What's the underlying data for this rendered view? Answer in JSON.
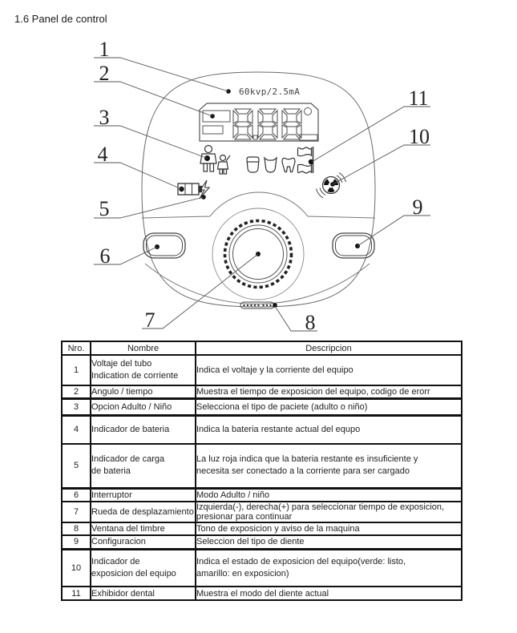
{
  "page": {
    "title": "1.6 Panel de control"
  },
  "diagram": {
    "display_label": "60kvp/2.5mA",
    "display_reading": "8.88",
    "icons": [
      "adult-icon",
      "child-icon",
      "incisor-tooth-icon",
      "premolar-tooth-icon",
      "molar-tooth-icon",
      "dental-display-icon",
      "battery-icon",
      "charging-bolt-icon",
      "radiation-exposure-icon",
      "scroll-wheel",
      "left-button",
      "right-button",
      "buzzer-grille"
    ],
    "line_color": "#444444",
    "callouts": {
      "c1": "1",
      "c2": "2",
      "c3": "3",
      "c4": "4",
      "c5": "5",
      "c6": "6",
      "c7": "7",
      "c8": "8",
      "c9": "9",
      "c10": "10",
      "c11": "11"
    }
  },
  "table": {
    "headers": {
      "nro": "Nro.",
      "nombre": "Nombre",
      "descripcion": "Descripcion"
    },
    "rows": [
      {
        "nro": "1",
        "nombre": "Voltaje del tubo\nIndication de corriente",
        "descripcion": "Indica el voltaje y la corriente del equipo"
      },
      {
        "nro": "2",
        "nombre": "Angulo / tiempo",
        "descripcion": "Muestra el tiempo de exposicion del equipo, codigo de erorr"
      },
      {
        "nro": "3",
        "nombre": "Opcion Adulto / Niño",
        "descripcion": "Selecciona el tipo de paciete (adulto o niño)"
      },
      {
        "nro": "4",
        "nombre": "Indicador de bateria",
        "descripcion": "Indica la bateria restante actual del equpo"
      },
      {
        "nro": "5",
        "nombre": "Indicador de carga\nde bateria",
        "descripcion": "La luz roja indica que la bateria restante es insuficiente y\nnecesita ser conectado a la corriente para ser cargado"
      },
      {
        "nro": "6",
        "nombre": "Interruptor",
        "descripcion": "Modo Adulto / niño"
      },
      {
        "nro": "7",
        "nombre": "Rueda de desplazamiento",
        "descripcion": "Izquierda(-), derecha(+) para seleccionar tiempo de exposicion, presionar para continuar"
      },
      {
        "nro": "8",
        "nombre": "Ventana del timbre",
        "descripcion": "Tono de exposicion y aviso de la maquina"
      },
      {
        "nro": "9",
        "nombre": "Configuracion",
        "descripcion": "Seleccion del tipo de diente"
      },
      {
        "nro": "10",
        "nombre": "Indicador de\nexposicion del equipo",
        "descripcion": "Indica el estado de exposicion del equipo(verde: listo,\namarillo: en exposicion)"
      },
      {
        "nro": "11",
        "nombre": "Exhibidor dental",
        "descripcion": "Muestra el modo del diente actual"
      }
    ]
  }
}
